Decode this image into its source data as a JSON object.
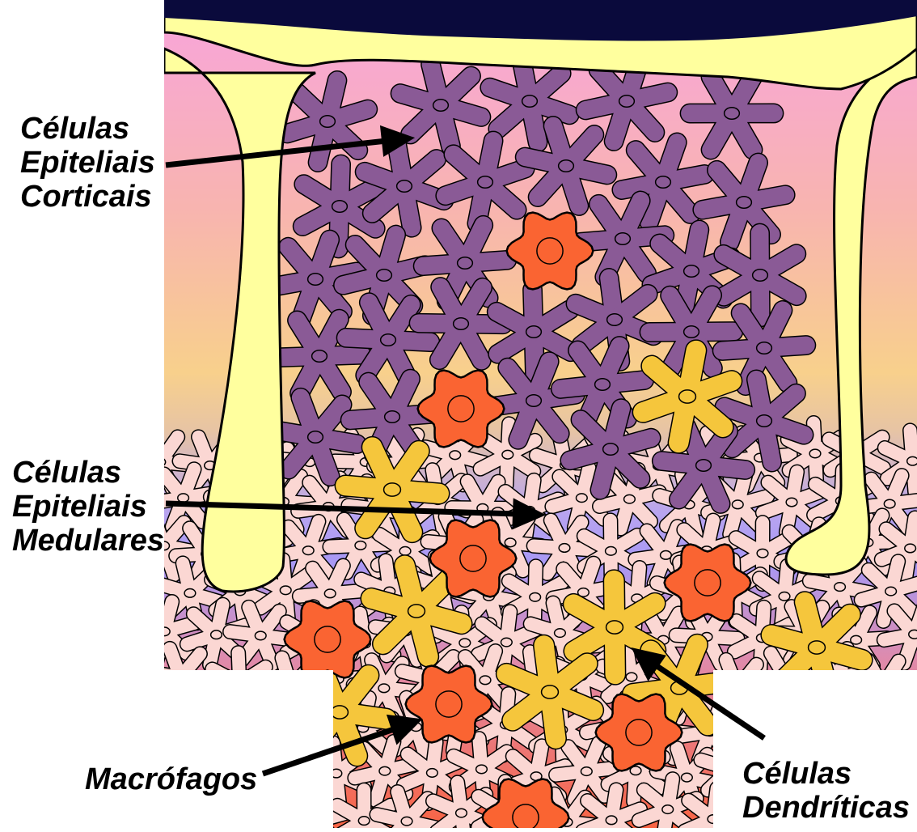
{
  "diagram": {
    "labels": {
      "corticais": [
        "Células",
        "Epiteliais",
        "Corticais"
      ],
      "medulares": [
        "Células",
        "Epiteliais",
        "Medulares"
      ],
      "macrofagos": "Macrófagos",
      "dendriticas": [
        "Células",
        "Dendríticas"
      ]
    },
    "colors": {
      "capsule": "#0a0a3c",
      "septum": "#ffff9e",
      "cortical_cell": "#8a5a96",
      "medullary_cell": "#fbd7d3",
      "dendritic_cell": "#f5c63c",
      "macrophage": "#fa6432",
      "arrow": "#000000"
    }
  }
}
